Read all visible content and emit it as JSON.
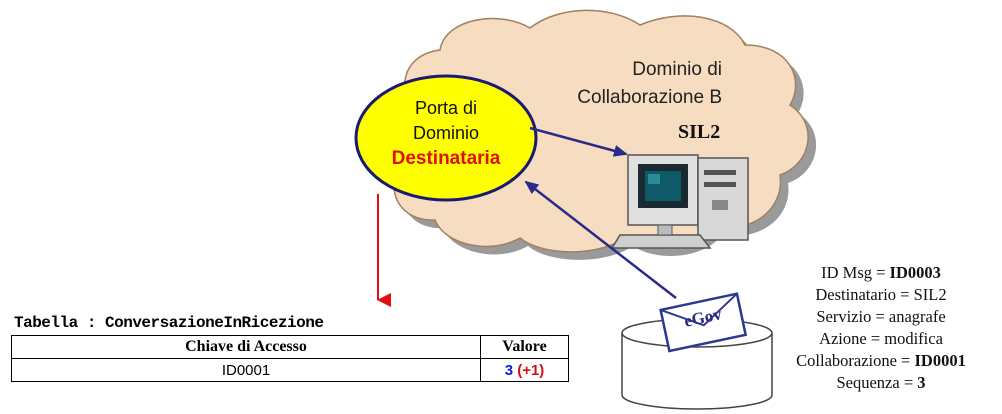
{
  "cloud": {
    "line1": "Dominio di",
    "line2": "Collaborazione B"
  },
  "porta": {
    "line1": "Porta di",
    "line2": "Dominio",
    "line3": "Destinataria"
  },
  "sil": {
    "label": "SIL2"
  },
  "envelope": {
    "label": "eGov"
  },
  "table": {
    "title": "Tabella : ConversazioneInRicezione",
    "headers": [
      "Chiave di Accesso",
      "Valore"
    ],
    "rows": [
      {
        "key": "ID0001",
        "value": "3",
        "increment": "(+1)"
      }
    ]
  },
  "message": {
    "id_label": "ID Msg = ",
    "id_value": "ID0003",
    "destinatario": "Destinatario = SIL2",
    "servizio": "Servizio = anagrafe",
    "azione": "Azione = modifica",
    "collab_label": "Collaborazione = ",
    "collab_value": "ID0001",
    "seq_label": "Sequenza = ",
    "seq_value": "3"
  },
  "colors": {
    "cloud_fill": "#f6dcc0",
    "ellipse_fill": "#ffff00",
    "arrow_blue": "#2a2a8a",
    "arrow_red": "#e01010"
  }
}
